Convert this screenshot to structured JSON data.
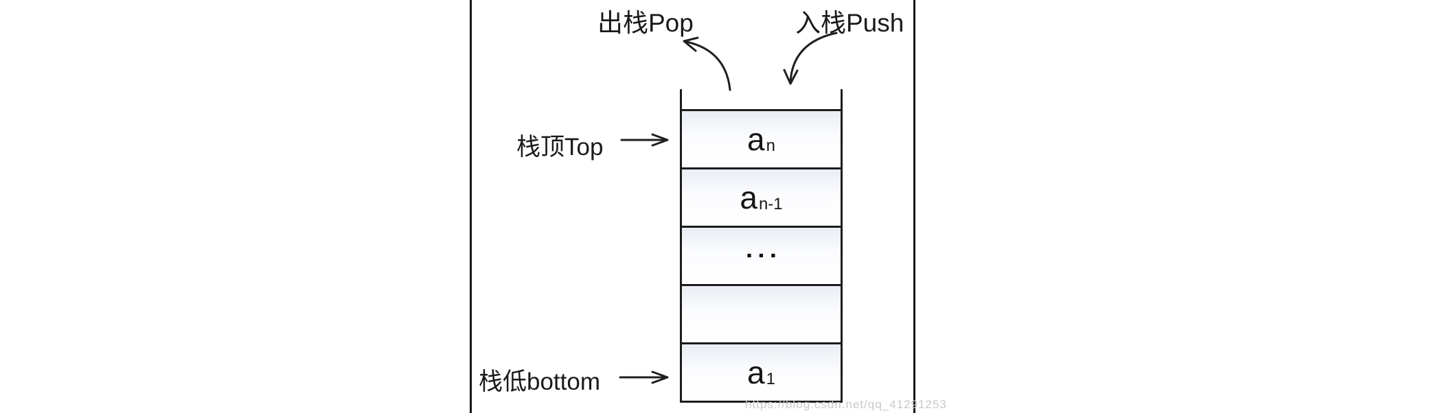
{
  "diagram": {
    "labels": {
      "pop": "出栈Pop",
      "push": "入栈Push",
      "top": "栈顶Top",
      "bottom": "栈低bottom"
    },
    "stack_cells": [
      {
        "main": "a",
        "sub": "n"
      },
      {
        "main": "a",
        "sub": "n-1"
      },
      {
        "dots": "▪▪▪"
      },
      {},
      {
        "main": "a",
        "sub": "1"
      }
    ],
    "watermark": "https://blog.csdn.net/qq_41291253",
    "colors": {
      "stroke": "#1f1f1f",
      "cell_fill_top": "#e9edf4",
      "watermark": "#c9c9c9"
    }
  }
}
